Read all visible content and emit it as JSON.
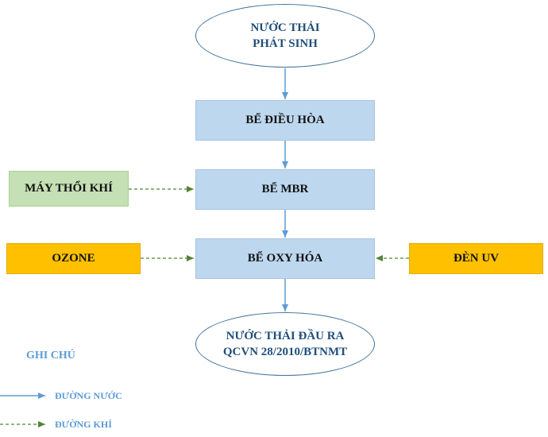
{
  "nodes": {
    "source": {
      "line1": "NƯỚC THẢI",
      "line2": "PHÁT SINH"
    },
    "equalization": "BỂ ĐIỀU HÒA",
    "mbr": "BỂ MBR",
    "oxidation": "BỂ OXY HÓA",
    "output": {
      "line1": "NƯỚC THẢI ĐẦU RA",
      "line2": "QCVN 28/2010/BTNMT"
    },
    "blower": "MÁY THỔI KHÍ",
    "ozone": "OZONE",
    "uv_lamp": "ĐÈN UV"
  },
  "legend": {
    "title": "GHI CHÚ",
    "water_line": "ĐƯỜNG NƯỚC",
    "air_line": "ĐƯỜNG KHÍ"
  },
  "colors": {
    "water_arrow": "#5b9bd5",
    "air_arrow": "#548235",
    "tank_fill": "#bdd7ee",
    "blower_fill": "#c5e0b4",
    "ozone_uv_fill": "#ffc000",
    "ellipse_border": "#41719c"
  }
}
